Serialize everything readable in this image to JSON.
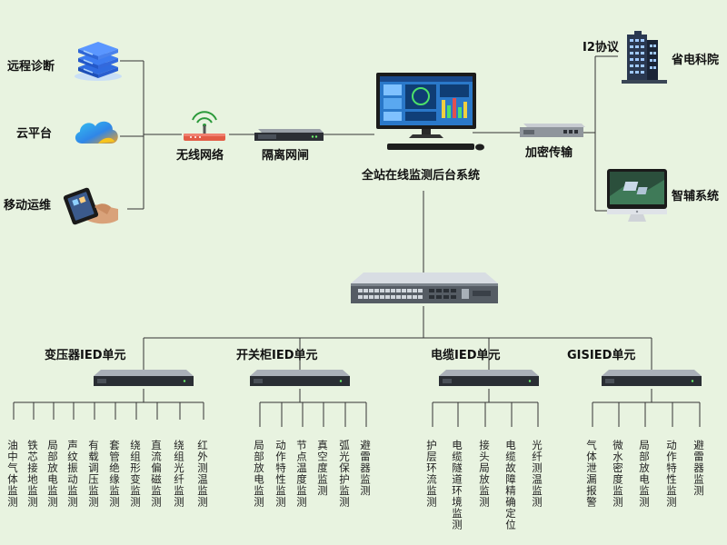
{
  "left_services": [
    {
      "label": "远程诊断",
      "icon": "server-stack-icon"
    },
    {
      "label": "云平台",
      "icon": "cloud-icon"
    },
    {
      "label": "移动运维",
      "icon": "smartphone-hand-icon"
    }
  ],
  "wireless": {
    "label": "无线网络",
    "icon": "wireless-router-icon"
  },
  "gateway": {
    "label": "隔离网闸",
    "icon": "isolation-gateway-icon"
  },
  "backend": {
    "label": "全站在线监测后台系统",
    "icon": "workstation-monitor-icon"
  },
  "encryption": {
    "label": "加密传输",
    "icon": "encryption-device-icon"
  },
  "protocol": {
    "label": "I2协议"
  },
  "right_targets": [
    {
      "label": "省电科院",
      "icon": "office-building-icon"
    },
    {
      "label": "智辅系统",
      "icon": "imac-display-icon"
    }
  ],
  "switch": {
    "icon": "network-switch-icon"
  },
  "ied_units": [
    {
      "label": "变压器IED单元",
      "items": [
        "油中气体监测",
        "铁芯接地监测",
        "局部放电监测",
        "声纹振动监测",
        "有载调压监测",
        "套管绝缘监测",
        "绕组形变监测",
        "直流偏磁监测",
        "绕组光纤监测",
        "红外测温监测"
      ]
    },
    {
      "label": "开关柜IED单元",
      "items": [
        "局部放电监测",
        "动作特性监测",
        "节点温度监测",
        "真空度监测",
        "弧光保护监测",
        "避雷器监测"
      ]
    },
    {
      "label": "电缆IED单元",
      "items": [
        "护层环流监测",
        "电缆隧道环境监测",
        "接头局放监测",
        "电缆故障精确定位",
        "光纤测温监测"
      ]
    },
    {
      "label": "GISIED单元",
      "items": [
        "气体泄漏报警",
        "微水密度监测",
        "局部放电监测",
        "动作特性监测",
        "避雷器监测"
      ]
    }
  ]
}
